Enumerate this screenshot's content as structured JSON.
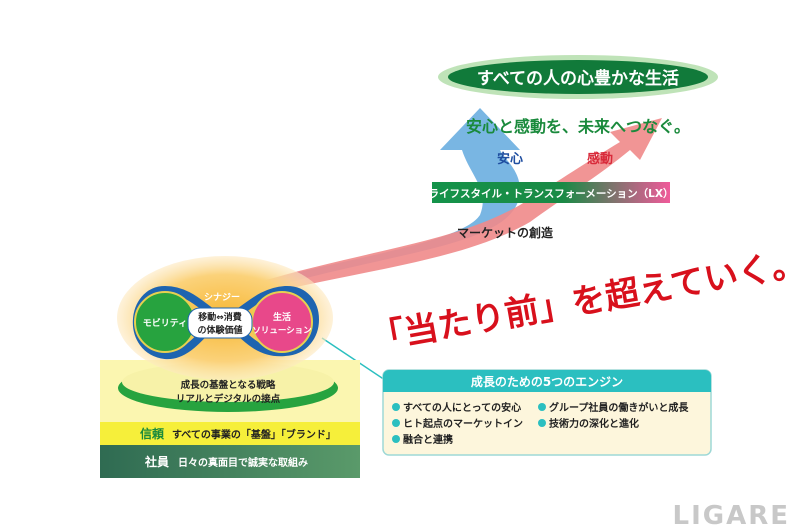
{
  "goal": "すべての人の心豊かな生活",
  "tagline": "安心と感動を、未来へつなぐ。",
  "arrow_labels": {
    "blue": "安心",
    "pink": "感動"
  },
  "lx_bar": "ライフスタイル・トランスフォーメーション（LX）",
  "market": "マーケットの創造",
  "slogan": "「当たり前」を超えていく。",
  "core": {
    "synergy": "シナジー",
    "left": "モビリティ",
    "center_line1": "移動⇔消費",
    "center_line2": "の体験価値",
    "right_line1": "生活",
    "right_line2": "ソリューション"
  },
  "platform": {
    "line1": "成長の基盤となる戦略",
    "line2": "リアルとデジタルの接点"
  },
  "trust": {
    "label": "信頼",
    "text": "すべての事業の「基盤」「ブランド」"
  },
  "employees": {
    "label": "社員",
    "text": "日々の真面目で誠実な取組み"
  },
  "engines": {
    "title": "成長のための5つのエンジン",
    "items": [
      "すべての人にとっての安心",
      "グループ社員の働きがいと成長",
      "ヒト起点のマーケットイン",
      "技術力の深化と進化",
      "融合と連携"
    ]
  },
  "watermark": "LIGARE",
  "colors": {
    "green": "#1a8a3c",
    "blue": "#6aaee0",
    "pink": "#f08a8a",
    "red": "#d8101c",
    "teal": "#2bbfc0",
    "magenta": "#e8488a"
  }
}
